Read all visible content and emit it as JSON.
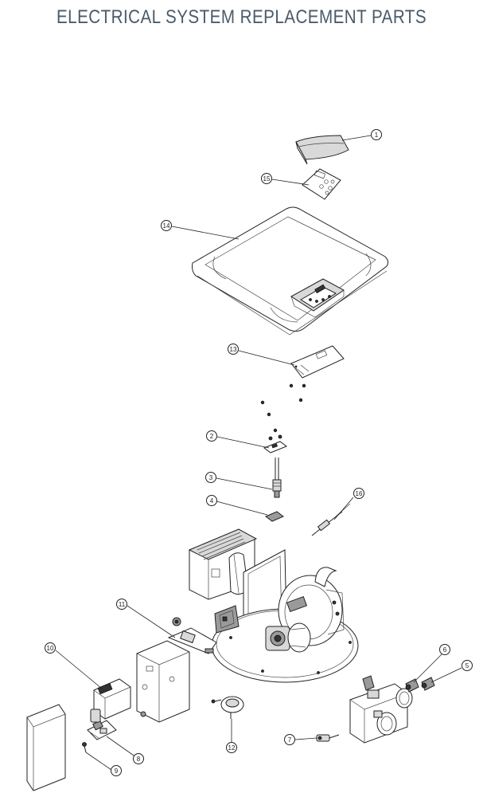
{
  "header": {
    "title": "ELECTRICAL SYSTEM REPLACEMENT PARTS"
  },
  "callouts": [
    {
      "number": "1"
    },
    {
      "number": "2"
    },
    {
      "number": "3"
    },
    {
      "number": "4"
    },
    {
      "number": "5"
    },
    {
      "number": "6"
    },
    {
      "number": "7"
    },
    {
      "number": "8"
    },
    {
      "number": "9"
    },
    {
      "number": "10"
    },
    {
      "number": "11"
    },
    {
      "number": "12"
    },
    {
      "number": "13"
    },
    {
      "number": "14"
    },
    {
      "number": "15"
    },
    {
      "number": "16"
    }
  ]
}
